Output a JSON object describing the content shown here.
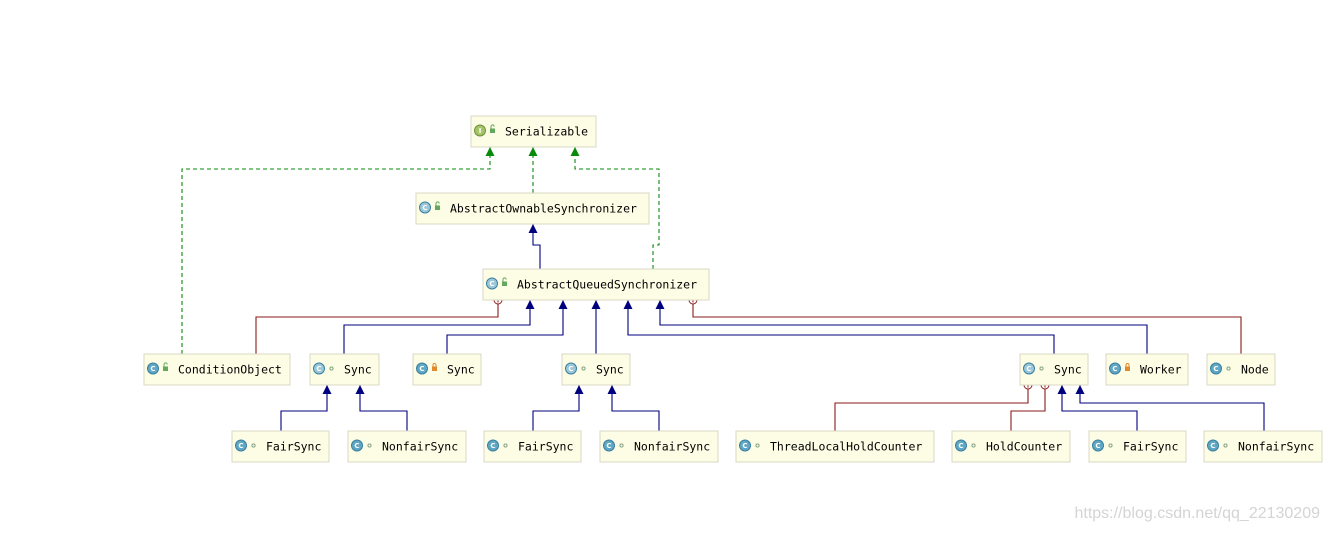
{
  "colors": {
    "extends": "#00007f",
    "implements": "#0a8a0a",
    "inner": "#8b1a1a",
    "box_fill": "#fdfde6"
  },
  "nodes": [
    {
      "id": "serializable",
      "label": "Serializable",
      "kind": "interface",
      "access": "public"
    },
    {
      "id": "aos",
      "label": "AbstractOwnableSynchronizer",
      "kind": "abstract-class",
      "access": "public"
    },
    {
      "id": "aqs",
      "label": "AbstractQueuedSynchronizer",
      "kind": "abstract-class",
      "access": "public"
    },
    {
      "id": "cond",
      "label": "ConditionObject",
      "kind": "class",
      "access": "public"
    },
    {
      "id": "sync1",
      "label": "Sync",
      "kind": "abstract-class",
      "access": "package"
    },
    {
      "id": "sync2",
      "label": "Sync",
      "kind": "class",
      "access": "private"
    },
    {
      "id": "sync3",
      "label": "Sync",
      "kind": "abstract-class",
      "access": "package"
    },
    {
      "id": "sync4",
      "label": "Sync",
      "kind": "abstract-class",
      "access": "package"
    },
    {
      "id": "worker",
      "label": "Worker",
      "kind": "class",
      "access": "private"
    },
    {
      "id": "node",
      "label": "Node",
      "kind": "class",
      "access": "package"
    },
    {
      "id": "fair1",
      "label": "FairSync",
      "kind": "class",
      "access": "package"
    },
    {
      "id": "nonfair1",
      "label": "NonfairSync",
      "kind": "class",
      "access": "package"
    },
    {
      "id": "fair2",
      "label": "FairSync",
      "kind": "class",
      "access": "package"
    },
    {
      "id": "nonfair2",
      "label": "NonfairSync",
      "kind": "class",
      "access": "package"
    },
    {
      "id": "tlhc",
      "label": "ThreadLocalHoldCounter",
      "kind": "class",
      "access": "package"
    },
    {
      "id": "holdcounter",
      "label": "HoldCounter",
      "kind": "class",
      "access": "package"
    },
    {
      "id": "fair4",
      "label": "FairSync",
      "kind": "class",
      "access": "package"
    },
    {
      "id": "nonfair4",
      "label": "NonfairSync",
      "kind": "class",
      "access": "package"
    }
  ],
  "edges": [
    {
      "from": "cond",
      "to": "serializable",
      "type": "implements"
    },
    {
      "from": "aos",
      "to": "serializable",
      "type": "implements"
    },
    {
      "from": "aqs",
      "to": "serializable",
      "type": "implements"
    },
    {
      "from": "aqs",
      "to": "aos",
      "type": "extends"
    },
    {
      "from": "cond",
      "to": "aqs",
      "type": "inner"
    },
    {
      "from": "sync1",
      "to": "aqs",
      "type": "extends"
    },
    {
      "from": "sync2",
      "to": "aqs",
      "type": "extends"
    },
    {
      "from": "sync3",
      "to": "aqs",
      "type": "extends"
    },
    {
      "from": "sync4",
      "to": "aqs",
      "type": "extends"
    },
    {
      "from": "worker",
      "to": "aqs",
      "type": "extends"
    },
    {
      "from": "node",
      "to": "aqs",
      "type": "inner"
    },
    {
      "from": "fair1",
      "to": "sync1",
      "type": "extends"
    },
    {
      "from": "nonfair1",
      "to": "sync1",
      "type": "extends"
    },
    {
      "from": "fair2",
      "to": "sync3",
      "type": "extends"
    },
    {
      "from": "nonfair2",
      "to": "sync3",
      "type": "extends"
    },
    {
      "from": "tlhc",
      "to": "sync4",
      "type": "inner"
    },
    {
      "from": "holdcounter",
      "to": "sync4",
      "type": "inner"
    },
    {
      "from": "fair4",
      "to": "sync4",
      "type": "extends"
    },
    {
      "from": "nonfair4",
      "to": "sync4",
      "type": "extends"
    }
  ],
  "watermark": "https://blog.csdn.net/qq_22130209"
}
